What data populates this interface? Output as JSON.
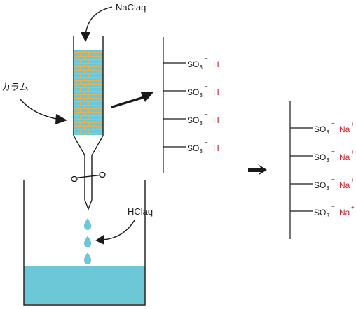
{
  "labels": {
    "nacl": "NaClaq",
    "column": "カラム",
    "hcl": "HClaq"
  },
  "resin_before": {
    "group_base": "SO",
    "group_sub": "3",
    "group_charge": "−",
    "counter_ion": "H",
    "counter_charge": "+",
    "count": 4
  },
  "resin_after": {
    "group_base": "SO",
    "group_sub": "3",
    "group_charge": "−",
    "counter_ion": "Na",
    "counter_charge": "+",
    "count": 4
  },
  "colors": {
    "solution": "#6cc8d6",
    "resin_fill": "#6cc8d6",
    "resin_grid": "#e2b35a",
    "counter_ion": "#c0272d",
    "line": "#1a1a1a"
  }
}
